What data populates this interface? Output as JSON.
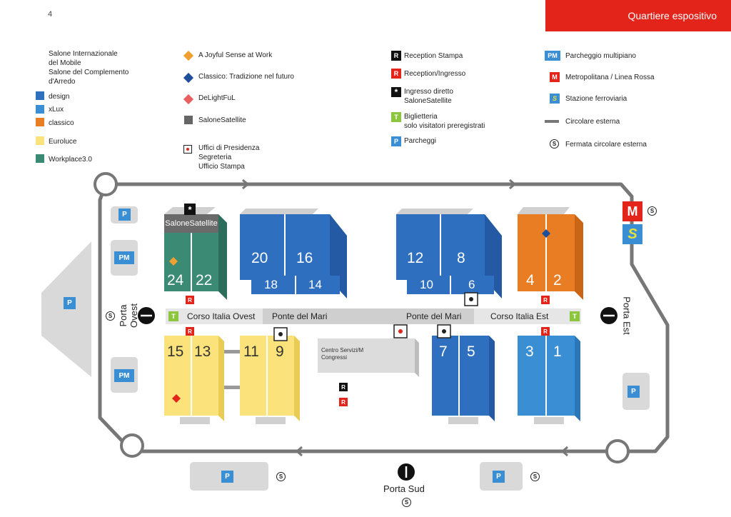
{
  "page_number": "4",
  "header_title": "Quartiere espositivo",
  "legend": {
    "salone_title": "Salone Internazionale\ndel Mobile\nSalone del Complemento\nd'Arredo",
    "design": "design",
    "xlux": "xLux",
    "classico": "classico",
    "euroluce": "Euroluce",
    "workplace": "Workplace3.0",
    "joyful": "A Joyful Sense at Work",
    "tradizione": "Classico: Tradizione nel futuro",
    "delightful": "DeLightFuL",
    "salonesatellite": "SaloneSatellite",
    "uffici": "Uffici di Presidenza\nSegreteria\nUfficio Stampa",
    "reception_stampa": "Reception Stampa",
    "reception_ingresso": "Reception/Ingresso",
    "ingresso_diretto": "Ingresso diretto\nSaloneSatellite",
    "biglietteria": "Biglietteria\nsolo visitatori preregistrati",
    "parcheggi": "Parcheggi",
    "parcheggio_multipiano": "Parcheggio multipiano",
    "metropolitana": "Metropolitana / Linea Rossa",
    "stazione": "Stazione ferroviaria",
    "circolare": "Circolare esterna",
    "fermata": "Fermata circolare esterna"
  },
  "symbols": {
    "R": "R",
    "T": "T",
    "P": "P",
    "PM": "PM",
    "M": "M",
    "S": "S",
    "star": "*"
  },
  "colors": {
    "design": "#2f6fc0",
    "xlux": "#3a8fd4",
    "classico": "#e87d24",
    "euroluce": "#fbe27a",
    "workplace": "#3a8a74",
    "satellite": "#666666",
    "joyful": "#f0a030",
    "tradizione": "#1f4e9a",
    "delightful": "#e86060",
    "red": "#e3241b",
    "green": "#8cc63f",
    "track": "#777777"
  },
  "map": {
    "salonesatellite_label": "SaloneSatellite",
    "halls": {
      "h24": "24",
      "h22": "22",
      "h20": "20",
      "h16": "16",
      "h18": "18",
      "h14": "14",
      "h12": "12",
      "h8": "8",
      "h10": "10",
      "h6": "6",
      "h4": "4",
      "h2": "2",
      "h15": "15",
      "h13": "13",
      "h11": "11",
      "h9": "9",
      "h7": "7",
      "h5": "5",
      "h3": "3",
      "h1": "1"
    },
    "roads": {
      "corso_ovest": "Corso Italia Ovest",
      "ponte1": "Ponte del Mari",
      "ponte2": "Ponte del Mari",
      "corso_est": "Corso Italia Est"
    },
    "centro_servizi": "Centro Servizi/M\nCongressi",
    "porta_ovest": "Porta Ovest",
    "porta_est": "Porta Est",
    "porta_sud": "Porta Sud"
  }
}
